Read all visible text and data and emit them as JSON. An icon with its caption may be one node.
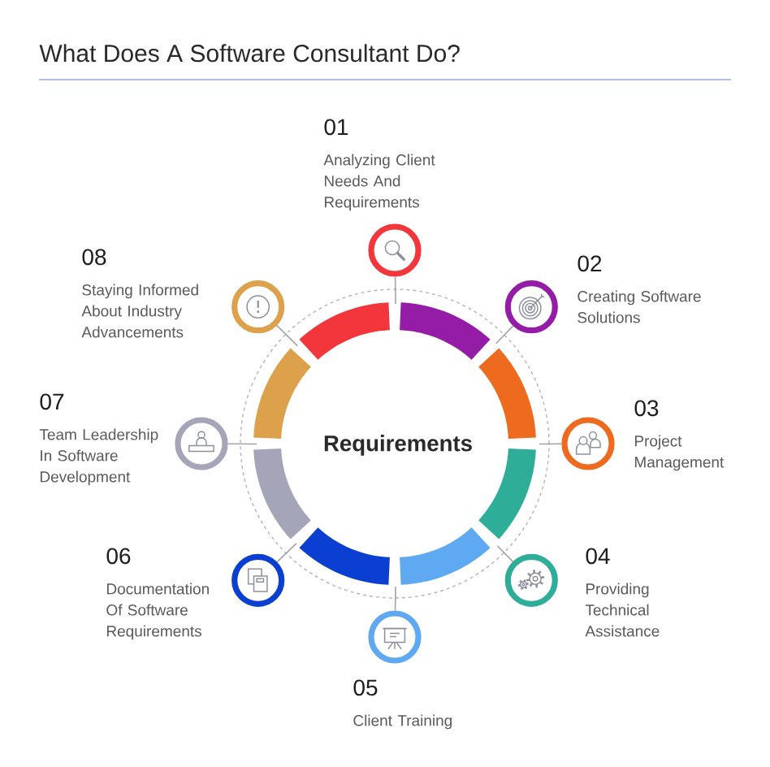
{
  "diagram": {
    "title": "What Does A Software Consultant Do?",
    "nodes": [
      {
        "text": [],
        "shape": "circle",
        "beside": [
          "01",
          "Analyzing Client Needs And Requirements"
        ]
      },
      {
        "text": [],
        "shape": "circle",
        "beside": [
          "02",
          "Creating Software Solutions"
        ]
      },
      {
        "text": [],
        "shape": "circle",
        "beside": [
          "03",
          "Project Management"
        ]
      },
      {
        "text": [],
        "shape": "circle",
        "beside": [
          "04",
          "Providing Technical Assistance"
        ]
      },
      {
        "text": [],
        "shape": "circle",
        "beside": [
          "05",
          "Client Training"
        ]
      },
      {
        "text": [],
        "shape": "circle",
        "beside": [
          "06",
          "Documentation Of Software Requirements"
        ]
      },
      {
        "text": [],
        "shape": "circle",
        "beside": [
          "07",
          "Team Leadership In Software Development"
        ]
      },
      {
        "text": [],
        "shape": "circle",
        "beside": [
          "08",
          "Staying Informed About Industry Advancements"
        ]
      },
      {
        "text": [
          "Requirements"
        ]
      }
    ],
    "edges": [
      {
        "from": 0,
        "to": 8,
        "arrow": "none"
      },
      {
        "from": 1,
        "to": 8,
        "arrow": "none"
      },
      {
        "from": 2,
        "to": 8,
        "arrow": "none"
      },
      {
        "from": 3,
        "to": 8,
        "arrow": "none"
      },
      {
        "from": 4,
        "to": 8,
        "arrow": "none"
      },
      {
        "from": 5,
        "to": 8,
        "arrow": "none"
      },
      {
        "from": 6,
        "to": 8,
        "arrow": "none"
      },
      {
        "from": 7,
        "to": 8,
        "arrow": "none"
      }
    ]
  }
}
